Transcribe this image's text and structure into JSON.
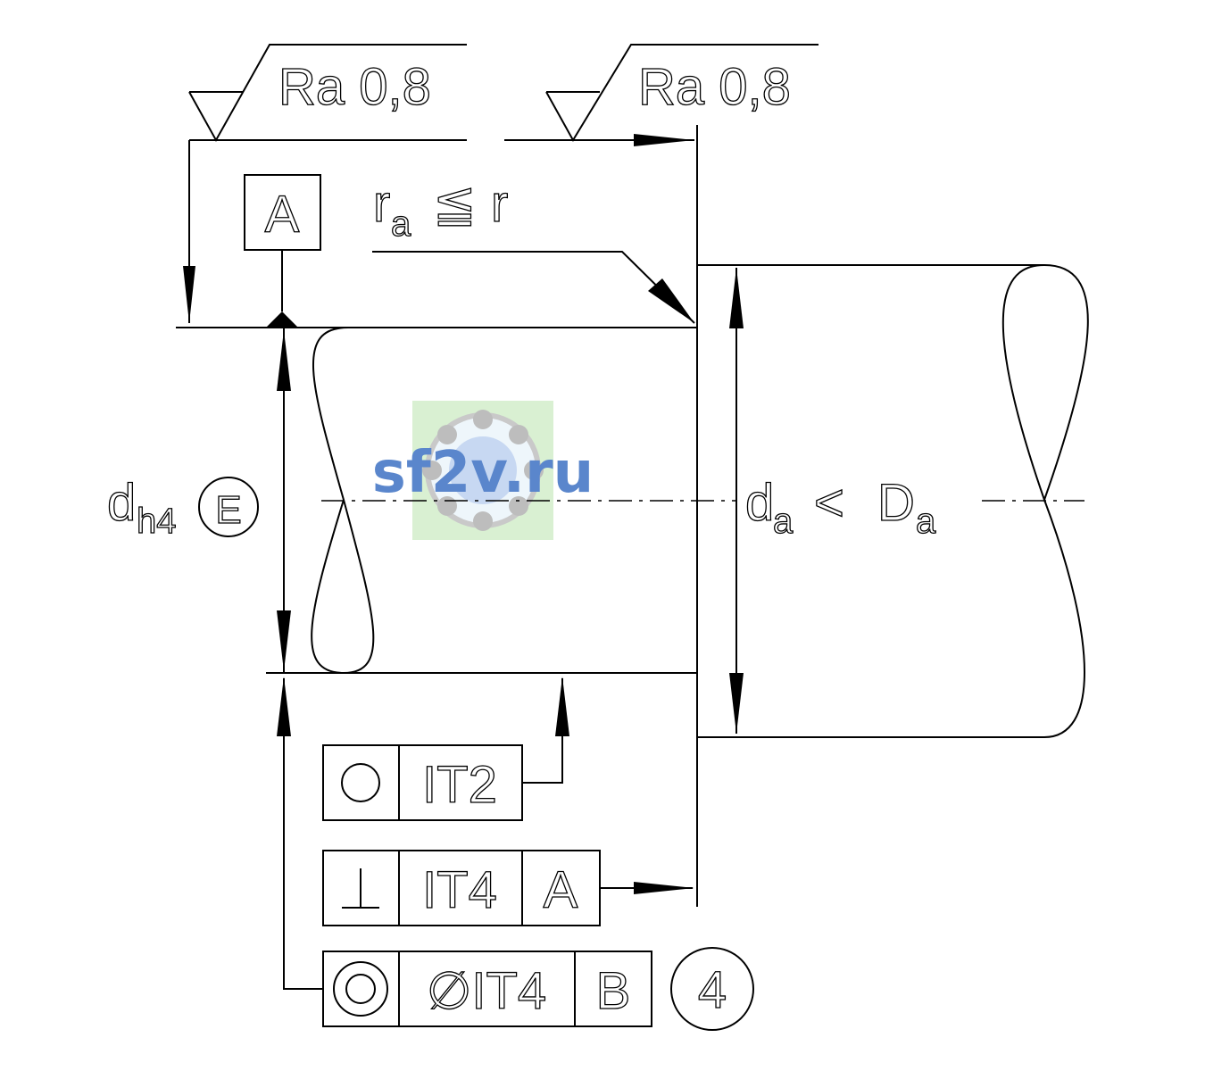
{
  "surface_roughness": [
    {
      "label": "Ra 0,8"
    },
    {
      "label": "Ra 0,8"
    }
  ],
  "datum_a": "A",
  "fillet_note": {
    "r": "r",
    "sub": "a",
    "op": "≦",
    "r2": "r"
  },
  "shaft_dim": {
    "main": "d",
    "sub": "h4",
    "envelope": "E"
  },
  "housing_dim": {
    "d": "d",
    "d_sub": "a",
    "op": "<",
    "D": "D",
    "D_sub": "a"
  },
  "tolerance_frames": [
    {
      "symbol": "roundness",
      "value": "IT2"
    },
    {
      "symbol": "perpendicularity",
      "value": "IT4",
      "datum": "A"
    },
    {
      "symbol": "concentricity",
      "value": "∅IT4",
      "datum": "B",
      "note": "4"
    }
  ],
  "watermark": "sf2v.ru",
  "colors": {
    "line": "#000000",
    "watermark": "#5a86cc",
    "watermark_bg": "#d9f0d2"
  }
}
